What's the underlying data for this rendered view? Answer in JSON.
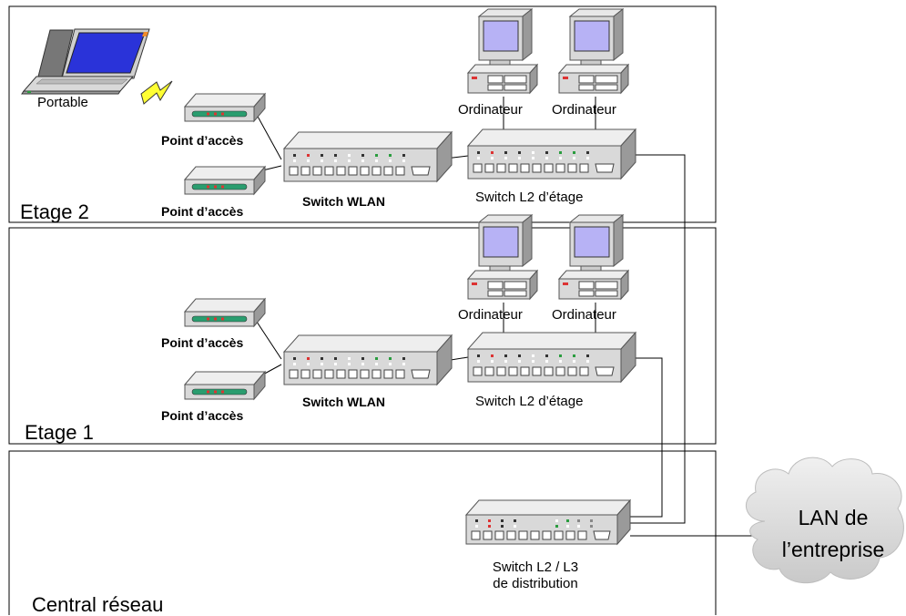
{
  "floors": {
    "etage2": "Etage 2",
    "etage1": "Etage 1",
    "central": "Central réseau"
  },
  "devices": {
    "portable": "Portable",
    "point_acces": "Point d’accès",
    "switch_wlan": "Switch WLAN",
    "ordinateur": "Ordinateur",
    "switch_l2_etage": "Switch L2 d’étage",
    "switch_l2l3_line1": "Switch L2 / L3",
    "switch_l2l3_line2": "de distribution"
  },
  "cloud": {
    "line1": "LAN de",
    "line2": "l’entreprise"
  },
  "colors": {
    "device_body": "#d9d9d9",
    "screen": "#b7b2f5",
    "laptop_screen": "#2a33d9",
    "port_green": "#2a9d6f",
    "lightning": "#ffff33",
    "cloud": "#d6d6d6"
  }
}
